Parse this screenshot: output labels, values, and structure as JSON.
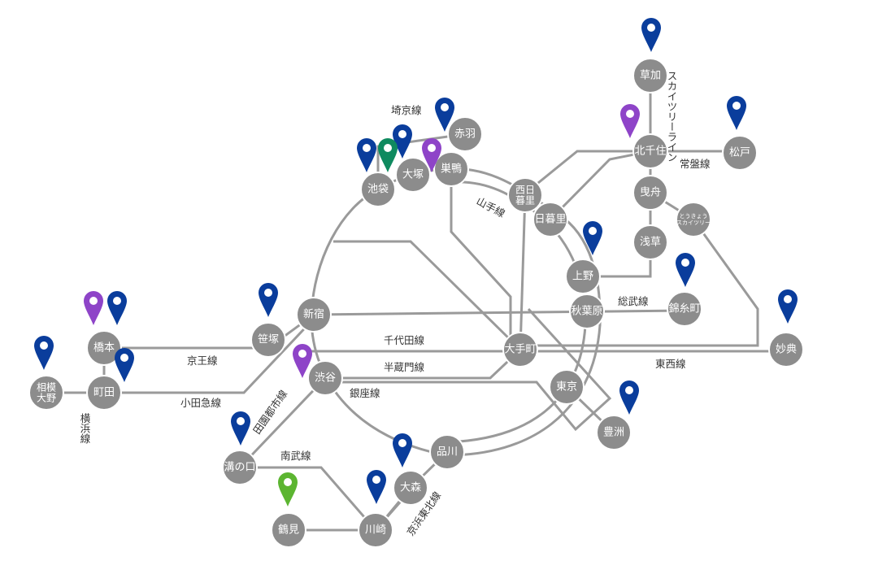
{
  "map": {
    "colors": {
      "line": "#9a9a9a",
      "station": "#8c8c8c",
      "station_text": "#ffffff",
      "pin_navy": "#0a3d9c",
      "pin_purple": "#8e44c8",
      "pin_teal": "#0f8a5f",
      "pin_green": "#5cb531"
    },
    "stations": {
      "soka": "草加",
      "akabane": "赤羽",
      "sugamo": "巣鴨",
      "otsuka": "大塚",
      "ikebukuro": "池袋",
      "nishinippori": "西日暮里",
      "kitasenju": "北千住",
      "matsudo": "松戸",
      "hikifune": "曳舟",
      "tokyo_skytree": "とうきょうスカイツリー",
      "nippori": "日暮里",
      "asakusa": "浅草",
      "ueno": "上野",
      "kinshicho": "錦糸町",
      "akihabara": "秋葉原",
      "shinjuku": "新宿",
      "sasazuka": "笹塚",
      "hashimoto": "橋本",
      "sagamiono": "相模大野",
      "machida": "町田",
      "otemachi": "大手町",
      "myoden": "妙典",
      "shibuya": "渋谷",
      "tokyo": "東京",
      "toyosu": "豊洲",
      "shinagawa": "品川",
      "mizonokuchi": "溝の口",
      "omori": "大森",
      "tsurumi": "鶴見",
      "kawasaki": "川崎"
    },
    "lines": {
      "saikyo": "埼京線",
      "skytree": "スカイツリーライン",
      "joban": "常盤線",
      "yamanote": "山手線",
      "sobu": "総武線",
      "chiyoda": "千代田線",
      "keio": "京王線",
      "hanzomon": "半蔵門線",
      "tozai": "東西線",
      "odakyu": "小田急線",
      "ginza": "銀座線",
      "denentoshi": "田園都市線",
      "yokohama": "横浜線",
      "nambu": "南武線",
      "keihintohoku": "京浜東北線"
    },
    "pins": {
      "soka": "navy",
      "matsudo": "navy",
      "akabane": "navy",
      "otsuka": "navy",
      "ikebukuro_1": "navy",
      "ikebukuro_2": "teal",
      "sugamo": "purple",
      "kitasenju": "purple",
      "ueno": "navy",
      "kinshicho": "navy",
      "myoden": "navy",
      "sasazuka": "navy",
      "hashimoto_1": "purple",
      "hashimoto_2": "navy",
      "sagamiono": "navy",
      "machida": "navy",
      "shibuya": "purple",
      "mizonokuchi": "navy",
      "toyosu": "navy",
      "omori": "navy",
      "kawasaki": "navy",
      "tsurumi": "green"
    }
  }
}
